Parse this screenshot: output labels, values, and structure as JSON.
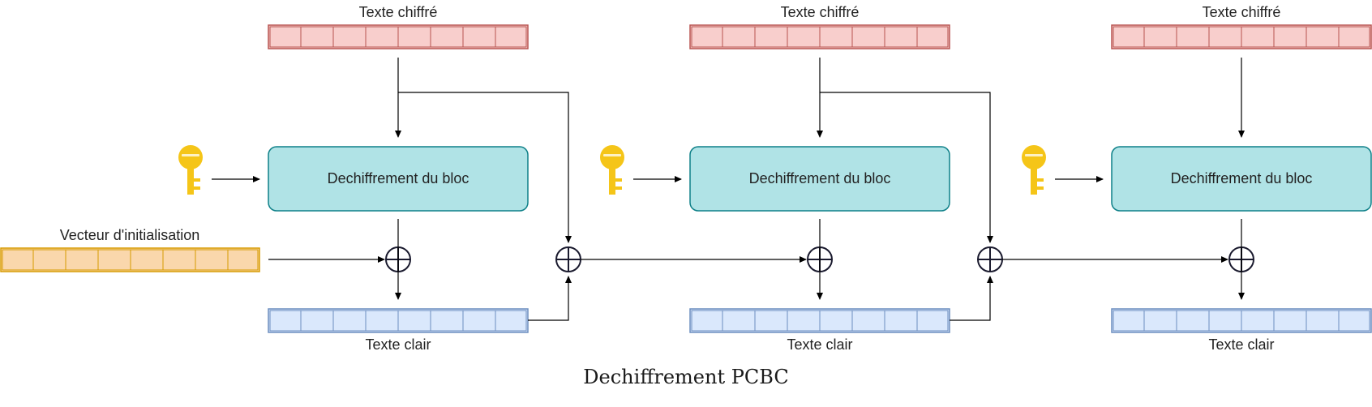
{
  "diagram": {
    "caption": "Dechiffrement PCBC",
    "iv_label": "Vecteur d'initialisation",
    "stages": [
      {
        "cipher_label": "Texte chiffré",
        "block_label": "Dechiffrement du bloc",
        "plain_label": "Texte clair"
      },
      {
        "cipher_label": "Texte chiffré",
        "block_label": "Dechiffrement du bloc",
        "plain_label": "Texte clair"
      },
      {
        "cipher_label": "Texte chiffré",
        "block_label": "Dechiffrement du bloc",
        "plain_label": "Texte clair"
      }
    ],
    "icons": {
      "key": "key-icon",
      "xor": "xor-icon"
    },
    "colors": {
      "cipher_fill": "#f8cecc",
      "cipher_stroke": "#b85450",
      "plain_fill": "#dae8fc",
      "plain_stroke": "#6c8ebf",
      "iv_fill": "#fad7ac",
      "iv_stroke": "#d79b00",
      "block_fill": "#b0e3e6",
      "block_stroke": "#0e8088",
      "key": "#f5c518",
      "line": "#000000"
    }
  }
}
